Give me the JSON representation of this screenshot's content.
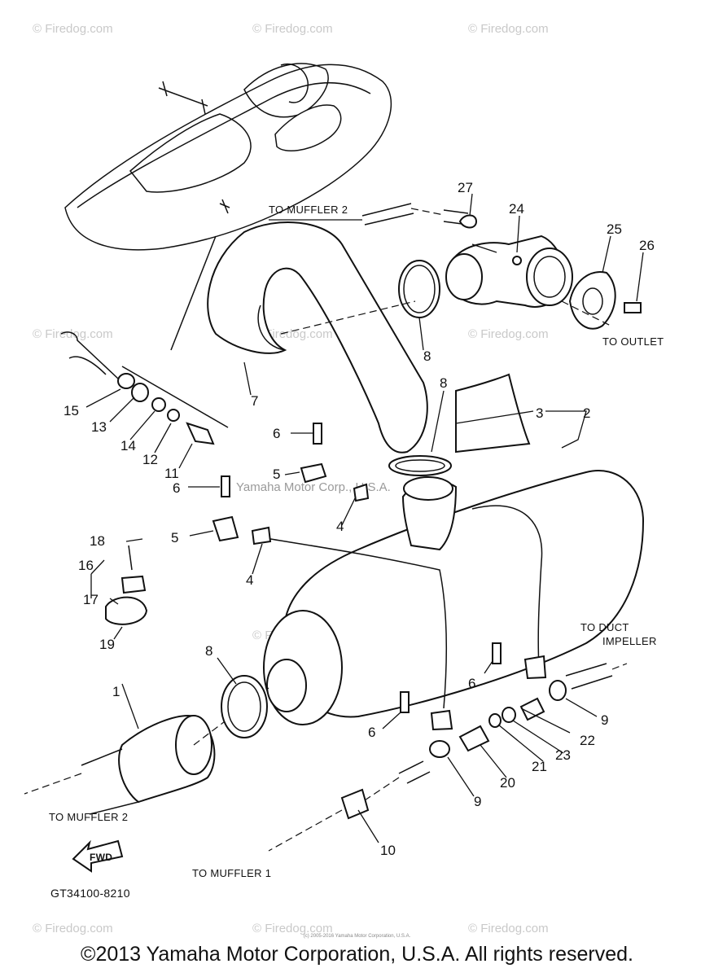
{
  "watermark": "© Firedog.com",
  "overlay_watermark": "Yamaha Motor Corp., U.S.A.",
  "labels": {
    "to_muffler_2_top": "TO MUFFLER 2",
    "to_outlet": "TO OUTLET",
    "to_duct": "TO DUCT",
    "impeller": "IMPELLER",
    "to_muffler_2_bottom": "TO MUFFLER 2",
    "to_muffler_1": "TO MUFFLER 1",
    "fwd": "FWD",
    "diagram_code": "GT34100-8210"
  },
  "parts": {
    "p1": "1",
    "p2": "2",
    "p3": "3",
    "p4a": "4",
    "p4b": "4",
    "p5a": "5",
    "p5b": "5",
    "p6a": "6",
    "p6b": "6",
    "p6c": "6",
    "p6d": "6",
    "p7": "7",
    "p8a": "8",
    "p8b": "8",
    "p8c": "8",
    "p9a": "9",
    "p9b": "9",
    "p10": "10",
    "p11": "11",
    "p12": "12",
    "p13": "13",
    "p14": "14",
    "p15": "15",
    "p16": "16",
    "p17": "17",
    "p18": "18",
    "p19": "19",
    "p20": "20",
    "p21": "21",
    "p22": "22",
    "p23": "23",
    "p24": "24",
    "p25": "25",
    "p26": "26",
    "p27": "27"
  },
  "copyright_small": "(c) 2005-2016 Yamaha Motor Corporation, U.S.A.",
  "copyright": "©2013 Yamaha Motor Corporation, U.S.A. All rights reserved."
}
